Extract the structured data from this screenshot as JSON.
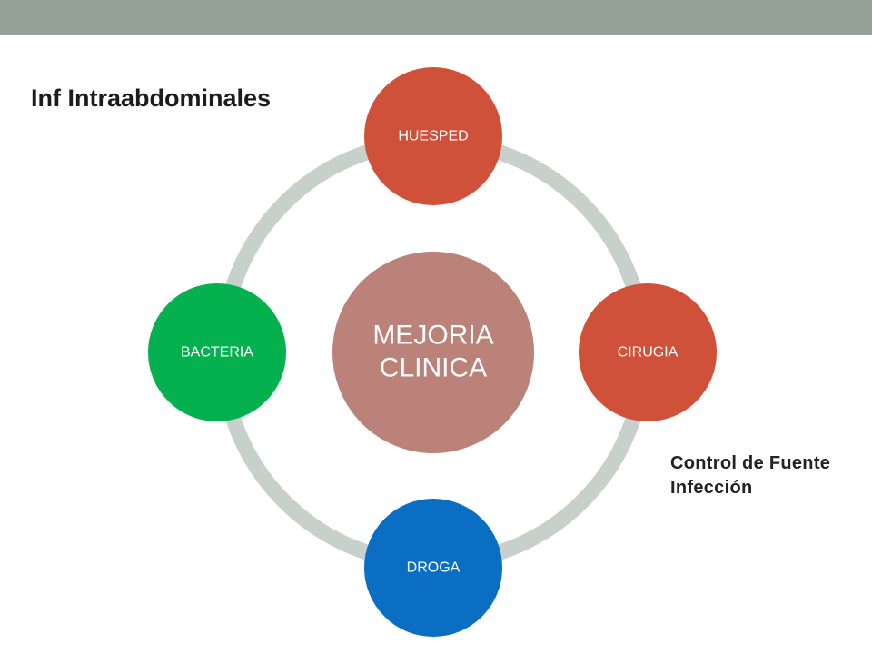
{
  "slide": {
    "title": "Inf Intraabdominales",
    "note_lines": [
      "Control de Fuente",
      "Infección"
    ]
  },
  "diagram": {
    "center": {
      "lines": [
        "MEJORIA",
        "CLINICA"
      ],
      "color": "#bb8279"
    },
    "ring_color": "#c8d0cc",
    "nodes": [
      {
        "id": "huesped",
        "label": "HUESPED",
        "color": "#d0513a"
      },
      {
        "id": "cirugia",
        "label": "CIRUGIA",
        "color": "#d0513a"
      },
      {
        "id": "droga",
        "label": "DROGA",
        "color": "#0a6ec2"
      },
      {
        "id": "bacteria",
        "label": "BACTERIA",
        "color": "#05b04f"
      }
    ]
  },
  "colors": {
    "header_band": "#94a196",
    "title_text": "#1c1c1c"
  }
}
